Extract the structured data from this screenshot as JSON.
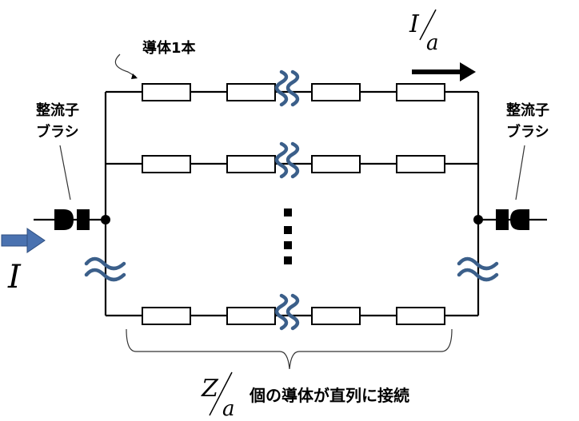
{
  "labels": {
    "conductor_one": "導体1本",
    "commutator_left": [
      "整流子",
      "ブラシ"
    ],
    "commutator_right": [
      "整流子",
      "ブラシ"
    ],
    "current_in": "I",
    "branch_current_num": "I",
    "branch_current_den": "a",
    "series_num": "Z",
    "series_den": "a",
    "series_text": "個の導体が直列に接続"
  },
  "colors": {
    "line": "#000000",
    "wave": "#3b5f8a",
    "input_arrow": "#4a72b0"
  },
  "structure": {
    "branches_drawn": 3,
    "resistors_per_branch": 4,
    "ellipsis_dots": 4
  }
}
